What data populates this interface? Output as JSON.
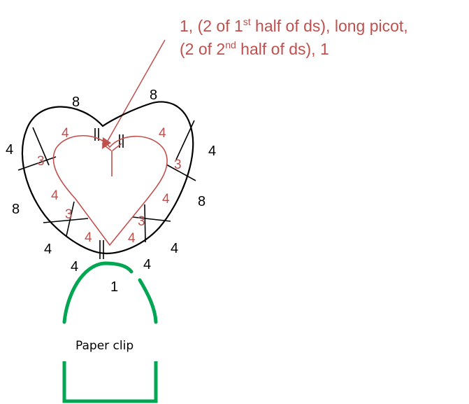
{
  "annotation": {
    "line1_a": "1, (2 of 1",
    "line1_sup": "st",
    "line1_b": " half of ds), long picot,",
    "line2_a": "(2 of 2",
    "line2_sup": "nd",
    "line2_b": " half of ds), 1"
  },
  "outer_counts": {
    "top_left": "8",
    "top_right": "8",
    "upper_left": "4",
    "upper_right": "4",
    "mid_left": "8",
    "mid_right": "8",
    "low_left": "4",
    "low_right": "4",
    "bottom_left": "4",
    "bottom_right": "4",
    "bottom_center": "1"
  },
  "inner_counts": {
    "top_left": "4",
    "top_right": "4",
    "side_left": "3",
    "side_right": "3",
    "mid_left": "4",
    "mid_right": "4",
    "low_left": "3",
    "low_right": "3",
    "bottom_left": "4",
    "bottom_right": "4"
  },
  "paper_clip": {
    "label": "Paper clip"
  },
  "colors": {
    "outer_ring": "#000000",
    "inner_ring": "#c0504d",
    "annotation": "#c0504d",
    "paper_clip": "#00a651"
  }
}
